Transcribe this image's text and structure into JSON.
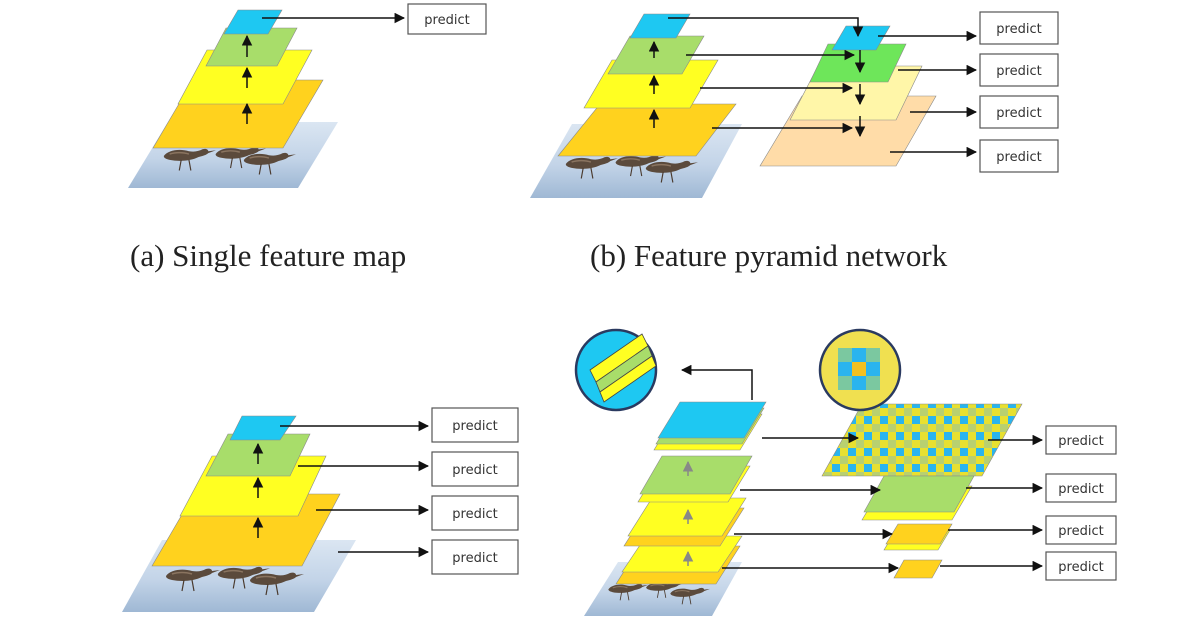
{
  "captions": {
    "a": "(a)  Single feature map",
    "b": "(b)  Feature pyramid network"
  },
  "predict_label": "predict",
  "colors": {
    "blue": "#1ec8f2",
    "green": "#a8dd6a",
    "bright_green": "#6ee65a",
    "yellow": "#ffff22",
    "gold": "#ffd21e",
    "pale_yellow": "#fff6a8",
    "peach": "#ffdca8",
    "water": "#c5d8ea",
    "border": "#555555"
  },
  "icons": [
    "bird-photo-icon",
    "magnifier-icon",
    "arrow-icon"
  ]
}
